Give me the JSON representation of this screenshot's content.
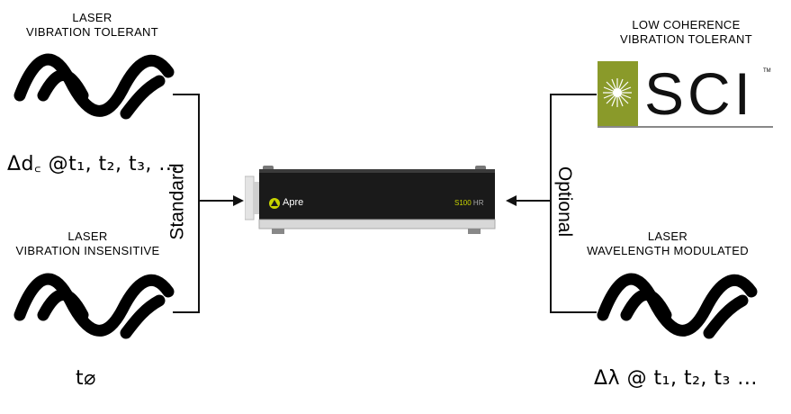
{
  "left_top": {
    "caption_line1": "LASER",
    "caption_line2": "VIBRATION TOLERANT",
    "formula": "Δd꜀ @t₁, t₂, t₃, ..."
  },
  "left_bottom": {
    "caption_line1": "LASER",
    "caption_line2": "VIBRATION INSENSITIVE",
    "formula": "t⌀"
  },
  "right_top": {
    "caption_line1": "LOW COHERENCE",
    "caption_line2": "VIBRATION TOLERANT",
    "logo_text": "SCI",
    "logo_tm": "TM"
  },
  "right_bottom": {
    "caption_line1": "LASER",
    "caption_line2": "WAVELENGTH MODULATED",
    "formula": "Δλ @ t₁, t₂, t₃ ..."
  },
  "left_bracket_label": "Standard",
  "right_bracket_label": "Optional",
  "device": {
    "brand": "Apre",
    "model": "S100",
    "model_suffix": "HR"
  },
  "colors": {
    "sci_green": "#8a9a2a",
    "device_body": "#1a1a1a",
    "apre_accent": "#c8d400"
  }
}
